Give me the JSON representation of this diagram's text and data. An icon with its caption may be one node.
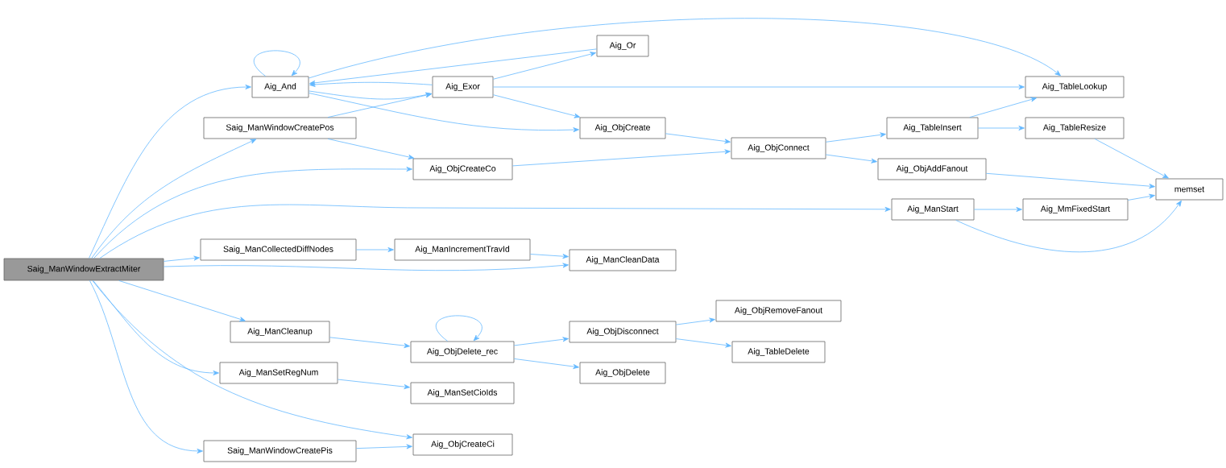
{
  "diagram": {
    "nodes": [
      {
        "text": [
          "Saig_ManWindowExtractMiter"
        ]
      },
      {
        "text": [
          "Aig_And"
        ]
      },
      {
        "text": [
          "Aig_Or"
        ]
      },
      {
        "text": [
          "Aig_Exor"
        ]
      },
      {
        "text": [
          "Aig_TableLookup"
        ]
      },
      {
        "text": [
          "Saig_ManWindowCreatePos"
        ]
      },
      {
        "text": [
          "Aig_ObjCreate"
        ]
      },
      {
        "text": [
          "Aig_ObjCreateCo"
        ]
      },
      {
        "text": [
          "Aig_ObjConnect"
        ]
      },
      {
        "text": [
          "Aig_TableInsert"
        ]
      },
      {
        "text": [
          "Aig_TableResize"
        ]
      },
      {
        "text": [
          "Aig_ObjAddFanout"
        ]
      },
      {
        "text": [
          "memset"
        ]
      },
      {
        "text": [
          "Aig_ManStart"
        ]
      },
      {
        "text": [
          "Aig_MmFixedStart"
        ]
      },
      {
        "text": [
          "Saig_ManCollectedDiffNodes"
        ]
      },
      {
        "text": [
          "Aig_ManIncrementTravId"
        ]
      },
      {
        "text": [
          "Aig_ManCleanData"
        ]
      },
      {
        "text": [
          "Aig_ManCleanup"
        ]
      },
      {
        "text": [
          "Aig_ObjDelete_rec"
        ]
      },
      {
        "text": [
          "Aig_ObjDisconnect"
        ]
      },
      {
        "text": [
          "Aig_ObjRemoveFanout"
        ]
      },
      {
        "text": [
          "Aig_TableDelete"
        ]
      },
      {
        "text": [
          "Aig_ObjDelete"
        ]
      },
      {
        "text": [
          "Aig_ManSetRegNum"
        ]
      },
      {
        "text": [
          "Aig_ManSetCioIds"
        ]
      },
      {
        "text": [
          "Saig_ManWindowCreatePis"
        ]
      },
      {
        "text": [
          "Aig_ObjCreateCi"
        ]
      }
    ],
    "edges": [
      {
        "from": 0,
        "to": 1,
        "arrow": "to"
      },
      {
        "from": 0,
        "to": 5,
        "arrow": "to"
      },
      {
        "from": 0,
        "to": 7,
        "arrow": "to"
      },
      {
        "from": 0,
        "to": 13,
        "arrow": "to"
      },
      {
        "from": 0,
        "to": 15,
        "arrow": "to"
      },
      {
        "from": 0,
        "to": 17,
        "arrow": "to"
      },
      {
        "from": 0,
        "to": 18,
        "arrow": "to"
      },
      {
        "from": 0,
        "to": 24,
        "arrow": "to"
      },
      {
        "from": 0,
        "to": 26,
        "arrow": "to"
      },
      {
        "from": 0,
        "to": 27,
        "arrow": "to"
      },
      {
        "from": 1,
        "to": 1,
        "arrow": "to"
      },
      {
        "from": 1,
        "to": 3,
        "arrow": "to"
      },
      {
        "from": 1,
        "to": 4,
        "arrow": "to"
      },
      {
        "from": 1,
        "to": 6,
        "arrow": "to"
      },
      {
        "from": 2,
        "to": 1,
        "arrow": "to"
      },
      {
        "from": 3,
        "to": 1,
        "arrow": "to"
      },
      {
        "from": 3,
        "to": 2,
        "arrow": "to"
      },
      {
        "from": 3,
        "to": 4,
        "arrow": "to"
      },
      {
        "from": 3,
        "to": 6,
        "arrow": "to"
      },
      {
        "from": 5,
        "to": 3,
        "arrow": "to"
      },
      {
        "from": 5,
        "to": 7,
        "arrow": "to"
      },
      {
        "from": 6,
        "to": 8,
        "arrow": "to"
      },
      {
        "from": 7,
        "to": 8,
        "arrow": "to"
      },
      {
        "from": 8,
        "to": 9,
        "arrow": "to"
      },
      {
        "from": 8,
        "to": 11,
        "arrow": "to"
      },
      {
        "from": 9,
        "to": 4,
        "arrow": "to"
      },
      {
        "from": 9,
        "to": 10,
        "arrow": "to"
      },
      {
        "from": 10,
        "to": 12,
        "arrow": "to"
      },
      {
        "from": 11,
        "to": 12,
        "arrow": "to"
      },
      {
        "from": 13,
        "to": 14,
        "arrow": "to"
      },
      {
        "from": 13,
        "to": 12,
        "arrow": "to"
      },
      {
        "from": 14,
        "to": 12,
        "arrow": "to"
      },
      {
        "from": 15,
        "to": 16,
        "arrow": "to"
      },
      {
        "from": 16,
        "to": 17,
        "arrow": "to"
      },
      {
        "from": 18,
        "to": 19,
        "arrow": "to"
      },
      {
        "from": 19,
        "to": 19,
        "arrow": "to"
      },
      {
        "from": 19,
        "to": 20,
        "arrow": "to"
      },
      {
        "from": 19,
        "to": 23,
        "arrow": "to"
      },
      {
        "from": 20,
        "to": 21,
        "arrow": "to"
      },
      {
        "from": 20,
        "to": 22,
        "arrow": "to"
      },
      {
        "from": 24,
        "to": 25,
        "arrow": "to"
      },
      {
        "from": 26,
        "to": 27,
        "arrow": "to"
      }
    ]
  }
}
